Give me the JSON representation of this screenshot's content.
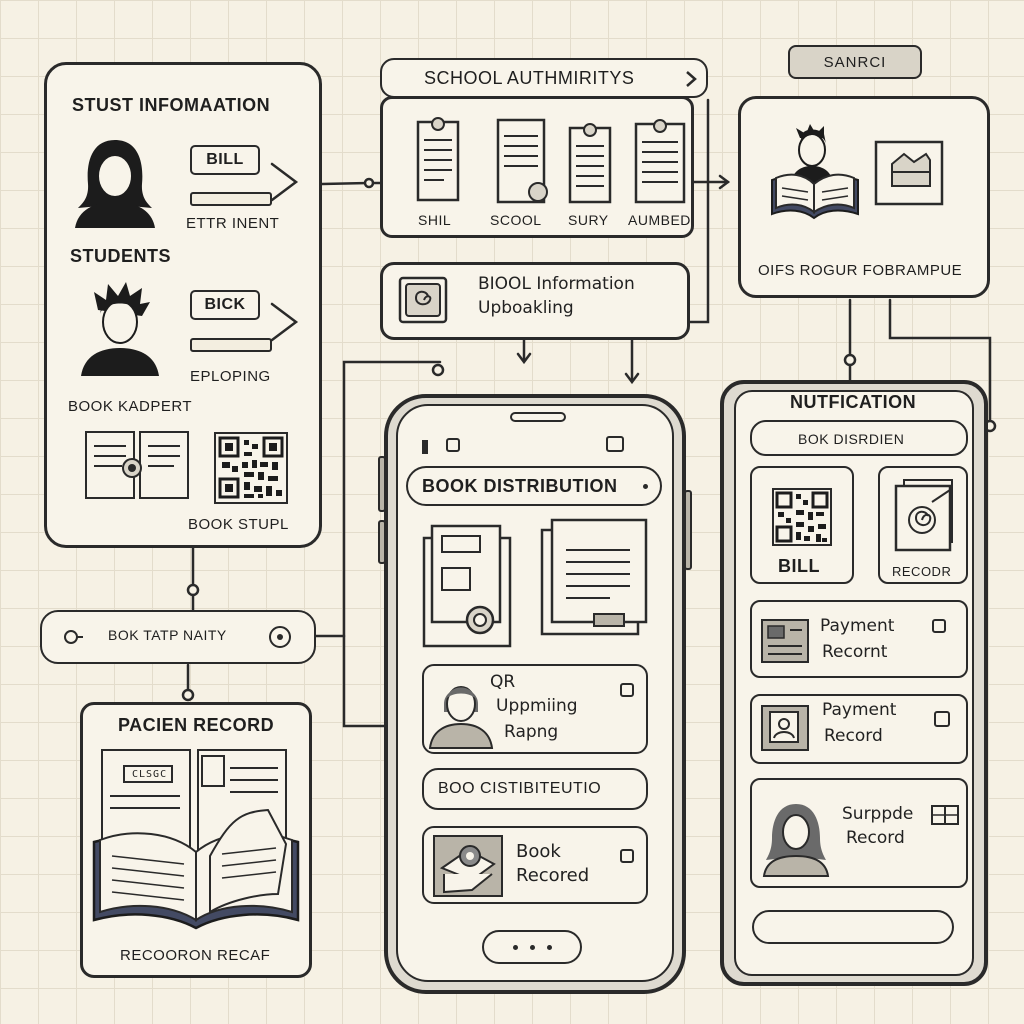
{
  "search_button": "SANRCI",
  "student_panel": {
    "title": "STUST INFOMAATION",
    "students_label": "STUDENTS",
    "bill_button": "BILL",
    "entry_label": "ETTR INENT",
    "bick_button": "BICK",
    "exploring_label": "EPLOPING",
    "book_kadpert_label": "BOOK KADPERT",
    "book_stupl_label": "BOOK STUPL"
  },
  "book_tatp_bar": "BOK TATP NAITY",
  "pacien_panel": {
    "title": "PACIEN RECORD",
    "tag": "CLSGC",
    "caption": "RECOORON RECAF"
  },
  "school_panel": {
    "title": "SCHOOL AUTHMIRITYS",
    "docs": [
      "SHIL",
      "SCOOL",
      "SURY",
      "AUMBED"
    ]
  },
  "upload_box": {
    "line1": "BIOOL Information",
    "line2": "Upboakling"
  },
  "oifs_panel": {
    "caption": "OIFS ROGUR FOBRAMPUE"
  },
  "phone": {
    "header": "BOOK DISTRIBUTION",
    "qr_card": [
      "QR",
      "Uppmiing",
      "Rapng"
    ],
    "distribution_pill": "BOO CISTIBITEUTIO",
    "book_card": [
      "Book",
      "Recored"
    ]
  },
  "notification_panel": {
    "title": "NUTFICATION",
    "subheader": "BOK DISRDIEN",
    "bill_label": "BILL",
    "recodr_label": "RECODR",
    "payment1": [
      "Payment",
      "Recornt"
    ],
    "payment2": [
      "Payment",
      "Record"
    ],
    "supp": [
      "Surppde",
      "Record"
    ]
  }
}
